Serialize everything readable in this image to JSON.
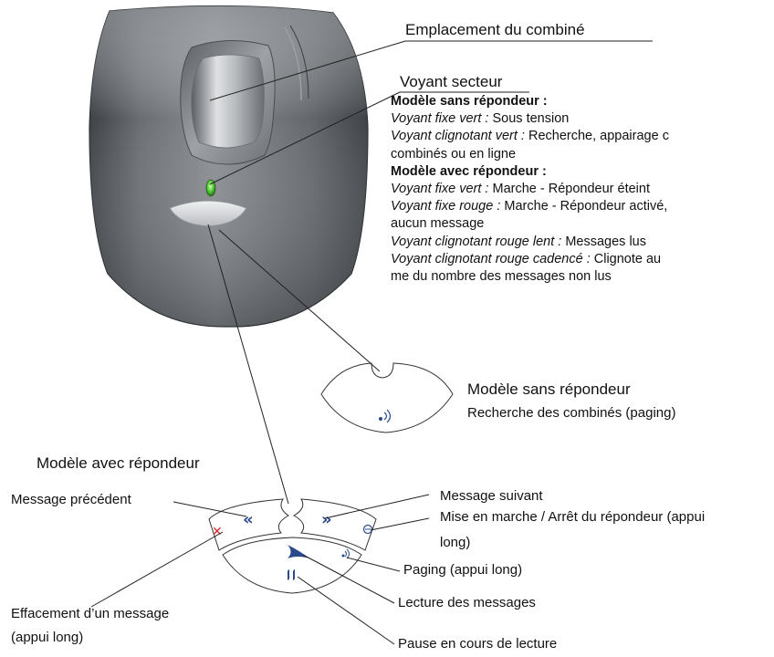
{
  "callouts": {
    "handset_slot": "Emplacement du combiné",
    "power_led_title": "Voyant secteur",
    "without_answering_machine": {
      "heading": "Modèle sans répondeur :",
      "lines": [
        {
          "label": "Voyant fixe vert :",
          "text": " Sous tension"
        },
        {
          "label": "Voyant clignotant vert :",
          "text": " Recherche, appairage c"
        },
        {
          "label": "",
          "text": "combinés ou en ligne"
        }
      ]
    },
    "with_answering_machine": {
      "heading": "Modèle avec répondeur :",
      "lines": [
        {
          "label": "Voyant fixe vert :",
          "text": " Marche - Répondeur éteint"
        },
        {
          "label": "Voyant fixe rouge :",
          "text": " Marche - Répondeur activé,"
        },
        {
          "label": "",
          "text": "aucun message"
        },
        {
          "label": "Voyant clignotant rouge lent :",
          "text": " Messages lus"
        },
        {
          "label": "Voyant clignotant rouge cadencé :",
          "text": " Clignote au"
        },
        {
          "label": "",
          "text": "me du nombre des messages non lus"
        }
      ]
    }
  },
  "model_without": {
    "title": "Modèle sans répondeur",
    "paging": "Recherche des combinés (paging)"
  },
  "model_with": {
    "title": "Modèle avec répondeur",
    "previous": "Message précédent",
    "next": "Message suivant",
    "on_off_1": "Mise en marche / Arrêt du répondeur (appui",
    "on_off_2": "long)",
    "paging_long": "Paging (appui long)",
    "playback": "Lecture des messages",
    "erase_1": "Effacement d’un message",
    "erase_2": "(appui long)",
    "pause": "Pause en cours de lecture"
  },
  "colors": {
    "base_body": "#6e7276",
    "led": "#58d43a",
    "icon_blue": "#2a4a8c",
    "erase_red": "#d62a2a"
  }
}
